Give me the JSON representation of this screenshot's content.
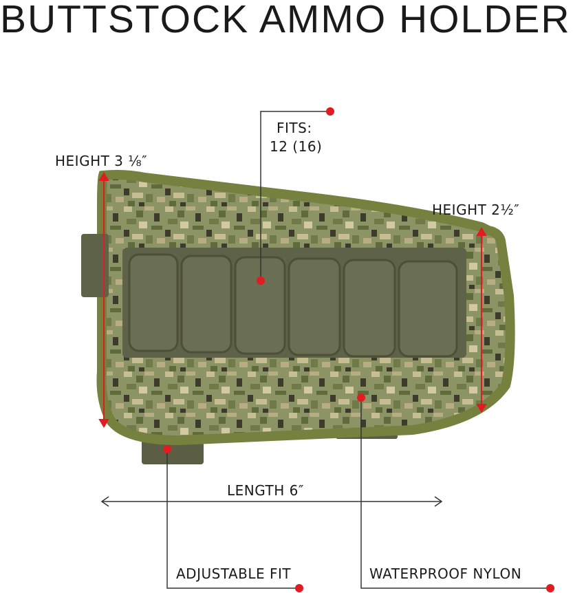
{
  "title": "BUTTSTOCK AMMO HOLDER",
  "callouts": {
    "fits_line1": "FITS:",
    "fits_line2": "12 (16)",
    "height_left": "HEIGHT 3 ⅛″",
    "height_right": "HEIGHT 2½″",
    "length": "LENGTH 6″",
    "adjustable": "ADJUSTABLE FIT",
    "waterproof": "WATERPROOF NYLON"
  },
  "colors": {
    "accent_dot": "#e11b22",
    "arrow_red": "#e11b22",
    "line": "#333333",
    "camo_base": "#7f8a5a",
    "binding": "#76803f",
    "loop_fabric": "#5e6248"
  },
  "product": {
    "shell_loops_count": 6
  }
}
